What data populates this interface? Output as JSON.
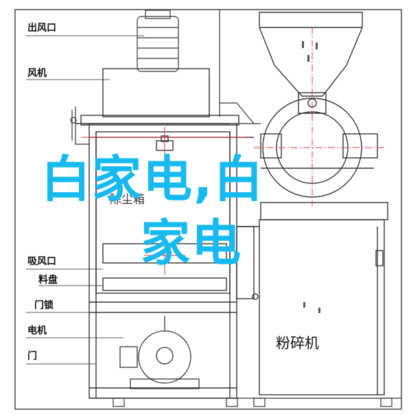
{
  "labels": {
    "outlet": "出风口",
    "fan": "风机",
    "suction": "吸风口",
    "tray": "料盘",
    "door_lock": "门锁",
    "motor": "电机",
    "door": "门"
  },
  "machine_label": "粉碎机",
  "partial_label": "除尘箱",
  "watermark": {
    "line1": "白家电,白",
    "line2": "家电",
    "color": "#16b9f0"
  }
}
